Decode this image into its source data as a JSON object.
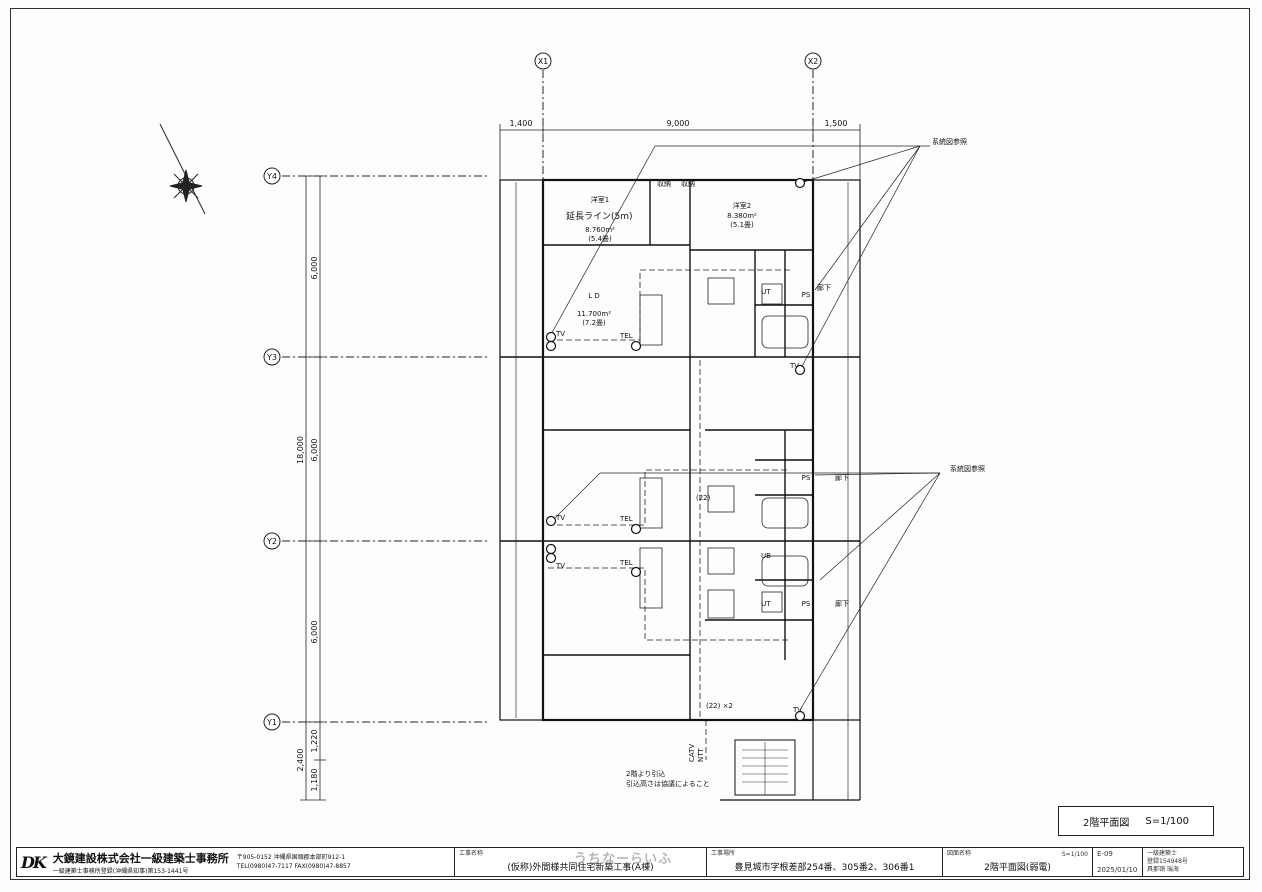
{
  "grid": {
    "x_axes": [
      "X1",
      "X2"
    ],
    "y_axes": [
      "Y4",
      "Y3",
      "Y2",
      "Y1"
    ],
    "top_dims": [
      "1,400",
      "9,000",
      "1,500"
    ],
    "left_dims": [
      "6,000",
      "18,000",
      "6,000",
      "6,000",
      "1,220",
      "2,400",
      "1,180"
    ]
  },
  "rooms": {
    "western1": "洋室1",
    "western1_area": "8.760m²",
    "western1_tatami": "(5.4畳)",
    "western2": "洋室2",
    "western2_area": "8.380m²",
    "western2_tatami": "(5.1畳)",
    "ld": "L D",
    "ld_area": "11.700m²",
    "ld_tatami": "(7.2畳)",
    "closet1": "収納",
    "closet2": "収納",
    "hallway1": "廊下",
    "hallway2": "廊下",
    "hallway3": "廊下",
    "ub": "UB",
    "ut1": "UT",
    "ut2": "UT",
    "ps1": "PS",
    "ps2": "PS",
    "ps3": "PS"
  },
  "annotations": {
    "extension_line": "延長ライン(5m)",
    "system_ref1": "系統図参照",
    "system_ref2": "系統図参照",
    "tv": "TV",
    "tel": "TEL",
    "catv": "CATV",
    "ntt": "NTT",
    "pipe_count": "(22) ×2",
    "pipe_label": "(22)",
    "note_line1": "2階より引込",
    "note_line2": "引込高さは協議によること"
  },
  "scale_box": {
    "drawing_name": "2階平面図",
    "scale": "S=1/100"
  },
  "title_block": {
    "company_name": "大鏡建設株式会社一級建築士事務所",
    "company_sub": "一級建築士事務所登録(沖縄県知事)第153-1441号",
    "company_addr1": "〒905-0152 沖縄県国頭郡本部町912-1",
    "company_addr2": "TEL(0980)47-7117 FAX(0980)47-8857",
    "project_label": "工事名称",
    "project_name": "(仮称)外間様共同住宅新築工事(A棟)",
    "site_label": "工事場所",
    "site_name": "豊見城市字根差部254番、305番2、306番1",
    "drawing_label": "図面名称",
    "drawing_name": "2階平面図(弱電)",
    "scale": "S=1/100",
    "sheet_no": "E-09",
    "date": "2025/01/10",
    "architect_title": "一級建築士",
    "architect_reg": "登録154948号",
    "architect_name": "具那嶺 瑞海"
  },
  "watermark": "うちなーらいふ"
}
